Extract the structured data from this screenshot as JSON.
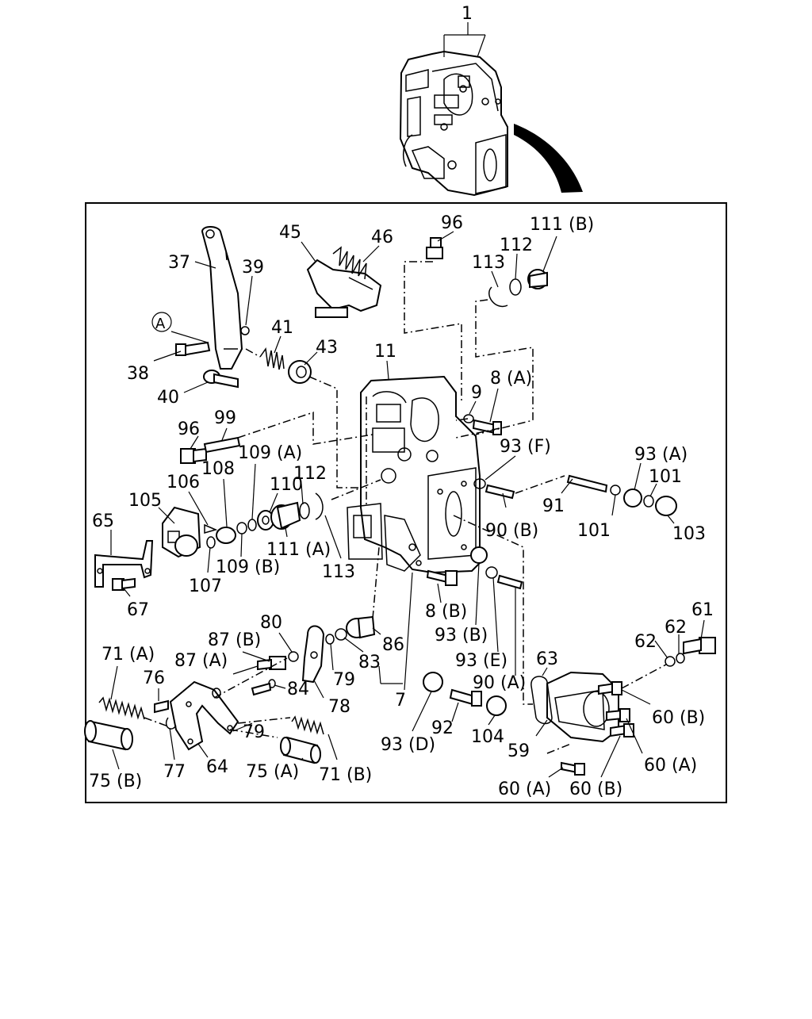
{
  "labels": {
    "l1": "1",
    "l37": "37",
    "l39": "39",
    "l45": "45",
    "l46": "46",
    "l96a": "96",
    "l113a": "113",
    "l112a": "112",
    "l111b": "111 (B)",
    "lA": "A",
    "l41": "41",
    "l43": "43",
    "l11": "11",
    "l38": "38",
    "l40": "40",
    "l9": "9",
    "l8a": "8 (A)",
    "l96b": "96",
    "l99": "99",
    "l93f": "93 (F)",
    "l109a": "109 (A)",
    "l93a": "93 (A)",
    "l101a": "101",
    "l106": "106",
    "l108": "108",
    "l112b": "112",
    "l110": "110",
    "l105": "105",
    "l65": "65",
    "l91": "91",
    "l90b": "90 (B)",
    "l101b": "101",
    "l103": "103",
    "l111a": "111 (A)",
    "l109b": "109 (B)",
    "l113b": "113",
    "l107": "107",
    "l67": "67",
    "l8b": "8 (B)",
    "l80": "80",
    "l93b": "93 (B)",
    "l87b": "87 (B)",
    "l86": "86",
    "l71a": "71 (A)",
    "l87a": "87 (A)",
    "l83": "83",
    "l79a": "79",
    "l93e": "93 (E)",
    "l61": "61",
    "l62a": "62",
    "l62b": "62",
    "l76": "76",
    "l84": "84",
    "l78": "78",
    "l7": "7",
    "l90a": "90 (A)",
    "l63": "63",
    "l60b1": "60 (B)",
    "l79b": "79",
    "l92": "92",
    "l104": "104",
    "l93d": "93 (D)",
    "l59": "59",
    "l77": "77",
    "l64": "64",
    "l75a": "75 (A)",
    "l71b": "71 (B)",
    "l60a1": "60 (A)",
    "l75b": "75 (B)",
    "l60a2": "60 (A)",
    "l60b2": "60 (B)"
  }
}
